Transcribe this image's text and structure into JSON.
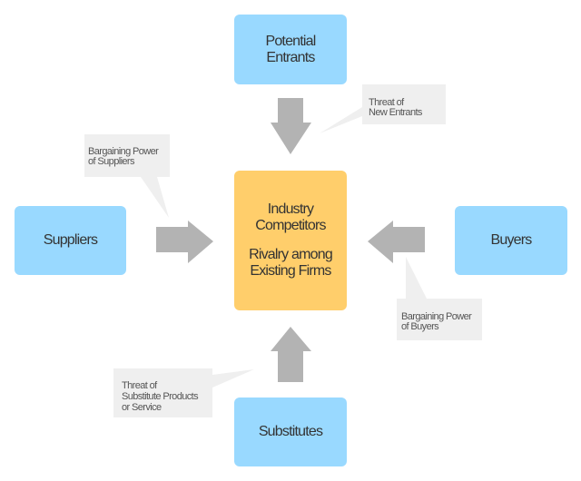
{
  "colors": {
    "force_box": "#99D9FF",
    "center_box": "#FFCE6B",
    "arrow": "#B3B3B3",
    "callout": "#EFEFEF"
  },
  "boxes": {
    "potential_entrants": [
      "Potential",
      "Entrants"
    ],
    "suppliers": "Suppliers",
    "buyers": "Buyers",
    "substitutes": "Substitutes",
    "center": {
      "title": [
        "Industry",
        "Competitors"
      ],
      "subtitle": [
        "Rivalry among",
        "Existing Firms"
      ]
    }
  },
  "callouts": {
    "new_entrants": [
      "Threat of",
      "New Entrants"
    ],
    "suppliers": [
      "Bargaining Power",
      "of Suppliers"
    ],
    "buyers": [
      "Bargaining Power",
      "of Buyers"
    ],
    "substitutes": [
      "Threat of",
      "Substitute Products",
      "or Service"
    ]
  }
}
